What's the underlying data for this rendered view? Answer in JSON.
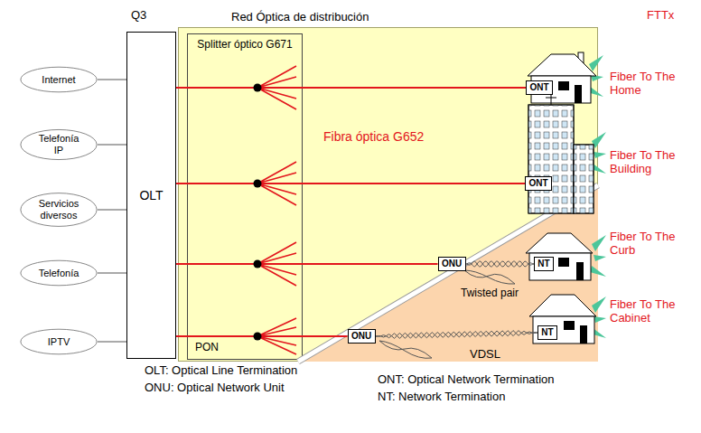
{
  "diagram": {
    "nodes": [
      {
        "text": [
          "Internet"
        ]
      },
      {
        "text": [
          "Telefonía IP"
        ]
      },
      {
        "text": [
          "Servicios diversos"
        ]
      },
      {
        "text": [
          "Telefonía"
        ]
      },
      {
        "text": [
          "IPTV"
        ]
      },
      {
        "text": [
          "OLT"
        ]
      },
      {
        "text": [
          "Red Óptica de distribución"
        ]
      },
      {
        "text": [
          "Splitter óptico G671",
          "PON"
        ],
        "in": 6
      },
      {
        "text": [
          "ONT"
        ],
        "in": 6
      },
      {
        "text": [
          "ONT"
        ],
        "in": 6
      },
      {
        "text": [
          "VDSL"
        ],
        "in": 6
      },
      {
        "text": [
          "ONU"
        ],
        "in": 10
      },
      {
        "text": [
          "ONU"
        ],
        "in": 10
      },
      {
        "text": [
          "NT"
        ],
        "in": 10
      },
      {
        "text": [
          "NT"
        ],
        "in": 10
      }
    ],
    "edges": [
      {
        "from": 0,
        "to": 5,
        "arrow": "none"
      },
      {
        "from": 1,
        "to": 5,
        "arrow": "none"
      },
      {
        "from": 2,
        "to": 5,
        "arrow": "none"
      },
      {
        "from": 3,
        "to": 5,
        "arrow": "none"
      },
      {
        "from": 4,
        "to": 5,
        "arrow": "none"
      },
      {
        "from": 5,
        "to": 8,
        "arrow": "none"
      },
      {
        "from": 5,
        "to": 9,
        "arrow": "none"
      },
      {
        "from": 5,
        "to": 11,
        "arrow": "none"
      },
      {
        "from": 5,
        "to": 12,
        "arrow": "none"
      },
      {
        "from": 11,
        "to": 13,
        "arrow": "none"
      },
      {
        "from": 12,
        "to": 14,
        "arrow": "none"
      }
    ],
    "labels": [
      "Q3",
      "FTTx",
      "Fiber To The Home",
      "Fibra óptica G652",
      "Fiber To The Building",
      "Fiber To The Curb",
      "Twisted pair",
      "Fiber To The Cabinet",
      "OLT: Optical Line Termination",
      "ONT: Optical Network Termination",
      "ONU: Optical Network Unit",
      "NT: Network Termination"
    ]
  }
}
